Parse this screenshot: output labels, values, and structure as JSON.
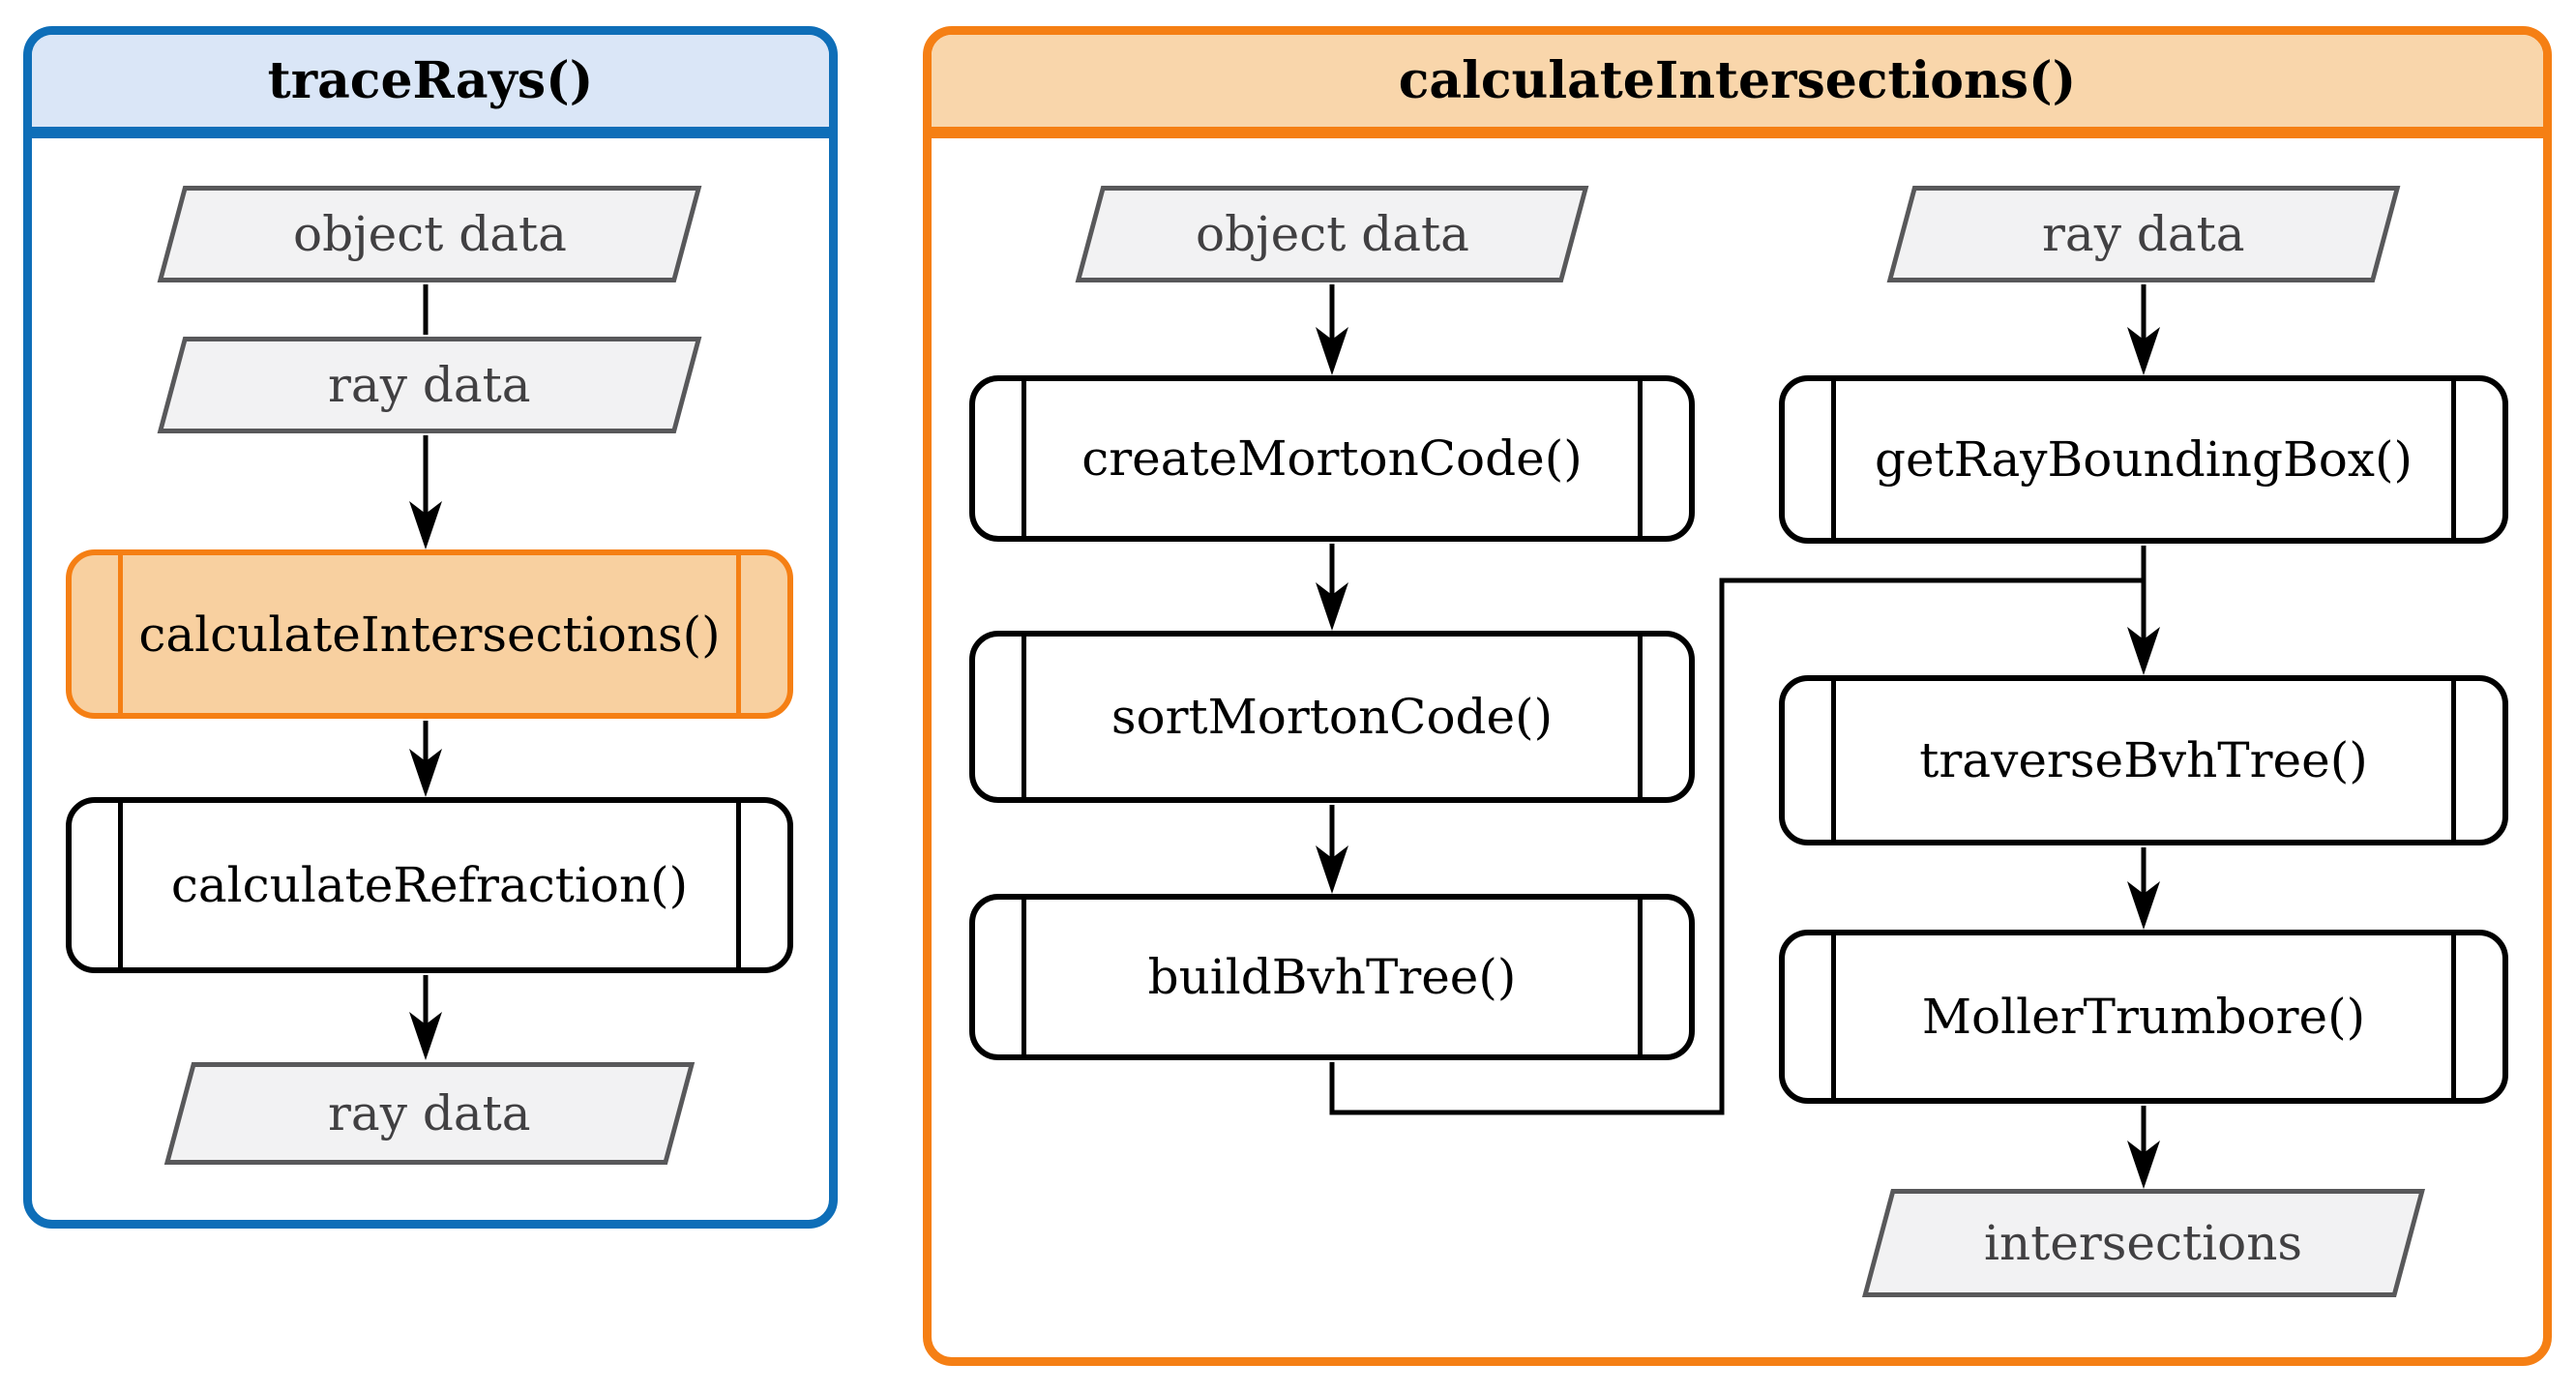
{
  "figure": {
    "type": "flowchart",
    "description": "Two-panel flowchart of a ray tracing pipeline; the highlighted calculateIntersections() call in traceRays() is expanded in the right panel.",
    "background": "#ffffff"
  },
  "colors": {
    "blue": "#0e6eb8",
    "blue_fill": "#dae6f7",
    "orange": "#f57f14",
    "orange_fill": "#f9d6ab",
    "highlight_fill": "#f8d0a0",
    "io_fill": "#f2f2f3",
    "io_border": "#58585a",
    "io_text": "#414042",
    "line": "#000000",
    "text": "#000000"
  },
  "left_panel": {
    "title": "traceRays()",
    "inputs": [
      "object data",
      "ray data"
    ],
    "highlighted_call": "calculateIntersections()",
    "process": "calculateRefraction()",
    "output": "ray data"
  },
  "right_panel": {
    "title": "calculateIntersections()",
    "object_branch": {
      "input": "object data",
      "steps": [
        "createMortonCode()",
        "sortMortonCode()",
        "buildBvhTree()"
      ]
    },
    "ray_branch": {
      "input": "ray data",
      "steps": [
        "getRayBoundingBox()",
        "traverseBvhTree()",
        "MollerTrumbore()"
      ],
      "output": "intersections"
    }
  }
}
